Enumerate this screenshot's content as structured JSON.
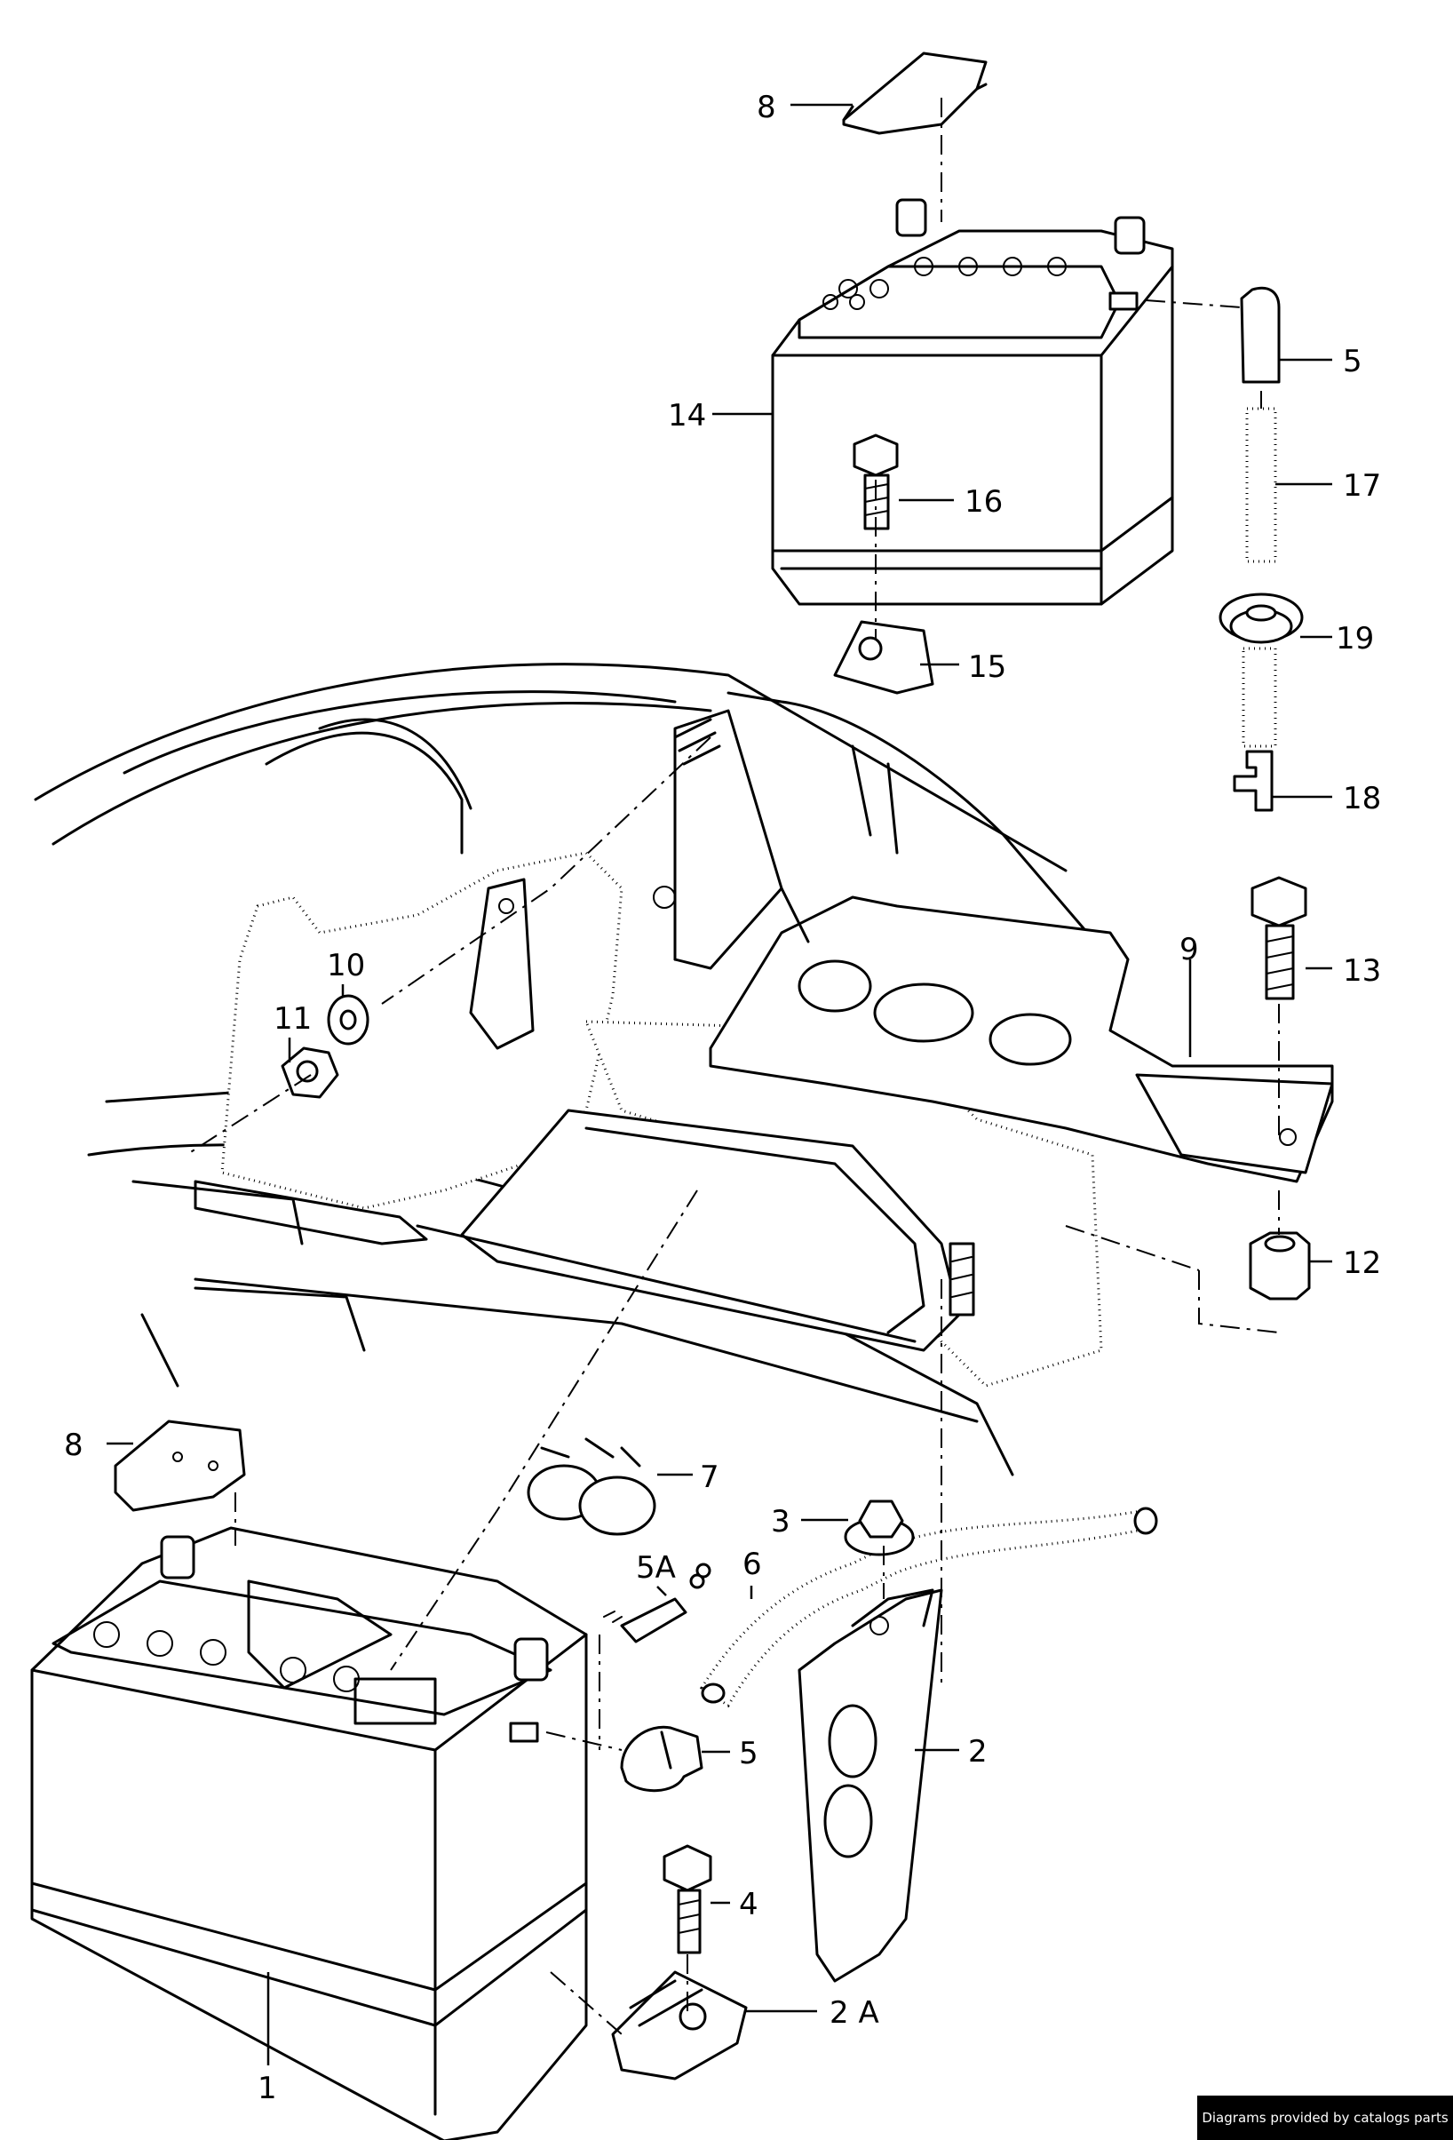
{
  "callouts": {
    "c8_top": "8",
    "c5_top": "5",
    "c14": "14",
    "c16": "16",
    "c17": "17",
    "c19": "19",
    "c15": "15",
    "c18": "18",
    "c9": "9",
    "c10": "10",
    "c13": "13",
    "c11": "11",
    "c12": "12",
    "c8_bottom": "8",
    "c7": "7",
    "c3": "3",
    "c5a": "5A",
    "c6": "6",
    "c5_bottom": "5",
    "c2": "2",
    "c4": "4",
    "c2a": "2 A",
    "c1": "1"
  },
  "footer": {
    "credit": "Diagrams provided by catalogs parts"
  }
}
